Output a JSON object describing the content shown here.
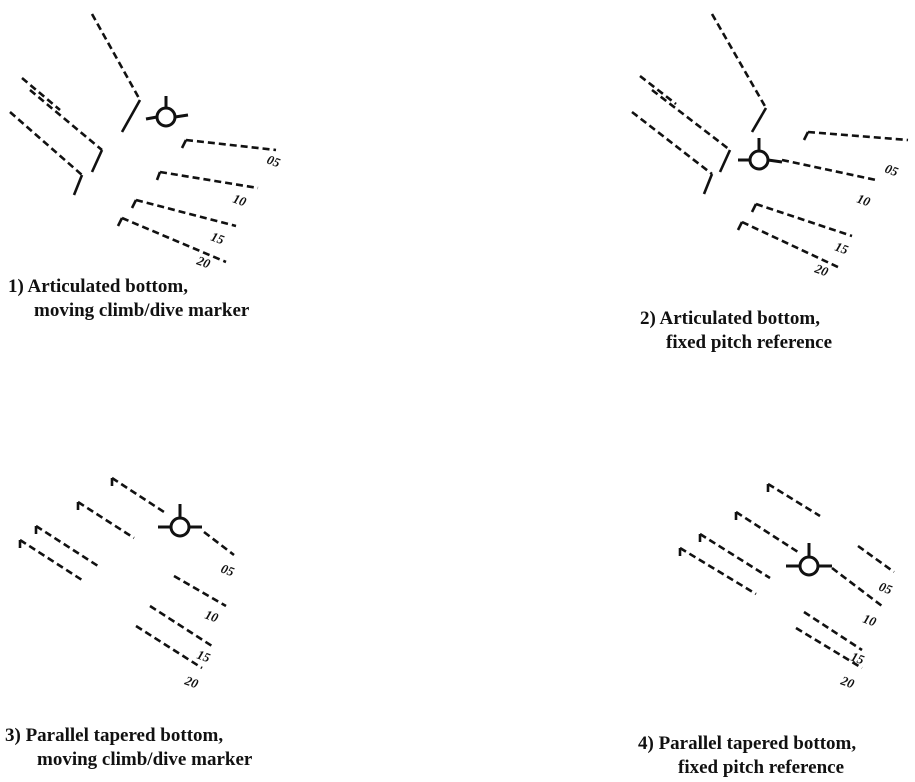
{
  "diagrams": [
    {
      "id": "1",
      "caption_line1": "1) Articulated bottom,",
      "caption_line2": "moving climb/dive marker"
    },
    {
      "id": "2",
      "caption_line1": "2) Articulated bottom,",
      "caption_line2": "fixed pitch reference"
    },
    {
      "id": "3",
      "caption_line1": "3) Parallel tapered bottom,",
      "caption_line2": "moving climb/dive marker"
    },
    {
      "id": "4",
      "caption_line1": "4) Parallel tapered bottom,",
      "caption_line2": "fixed pitch reference"
    }
  ],
  "ladder_labels": {
    "d1": [
      "05",
      "10",
      "15",
      "20"
    ],
    "d2": [
      "05",
      "10",
      "15",
      "20"
    ],
    "d3": [
      "05",
      "10",
      "15",
      "20"
    ],
    "d4": [
      "05",
      "10",
      "15",
      "20"
    ]
  }
}
